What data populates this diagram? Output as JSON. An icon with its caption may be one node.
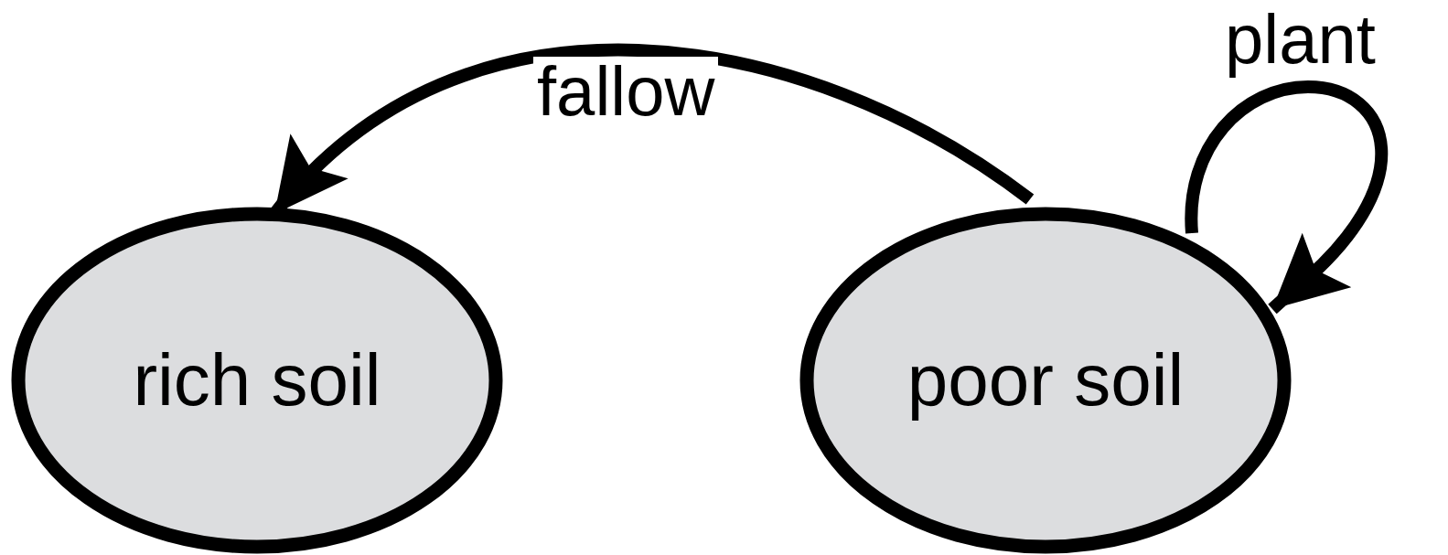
{
  "diagram": {
    "nodes": [
      {
        "text": [
          "rich soil"
        ]
      },
      {
        "text": [
          "poor soil"
        ]
      }
    ],
    "edges": [
      {
        "from": 1,
        "to": 0,
        "arrow": "to",
        "label": "fallow"
      },
      {
        "from": 1,
        "to": 1,
        "arrow": "to",
        "label": "plant"
      }
    ]
  }
}
